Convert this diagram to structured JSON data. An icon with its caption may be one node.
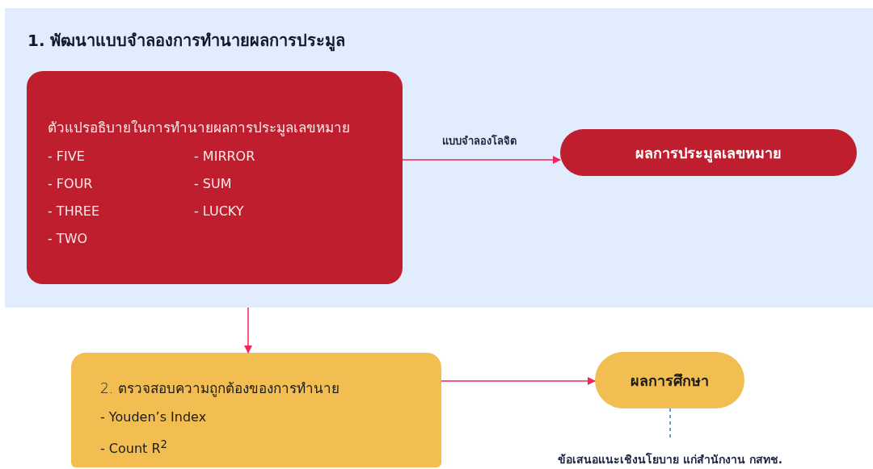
{
  "diagram": {
    "nodes": [
      {
        "text": [
          "1. พัฒนาแบบจำลองการทำนายผลการประมูล"
        ]
      },
      {
        "text": [
          "ตัวแปรอธิบายในการทำนายผลการประมูลเลขหมาย",
          "- FIVE",
          "- FOUR",
          "- THREE",
          "- TWO",
          "- MIRROR",
          "- SUM",
          "- LUCKY"
        ],
        "in": 0
      },
      {
        "text": [
          "ผลการประมูลเลขหมาย"
        ],
        "in": 0
      },
      {
        "text": [
          "2. ตรวจสอบความถูกต้องของการทำนาย",
          "- Youden’s Index",
          "- Count R$^{2}$"
        ]
      },
      {
        "text": [
          "ผลการศึกษา"
        ]
      },
      {
        "text": [
          "ข้อเสนอแนะเชิงนโยบาย แก่สำนักงาน กสทช."
        ]
      }
    ],
    "edges": [
      {
        "from": 1,
        "to": 2,
        "arrow": "to",
        "label": "แบบจำลองโลจิต"
      },
      {
        "from": 0,
        "to": 3,
        "arrow": "to"
      },
      {
        "from": 3,
        "to": 4,
        "arrow": "to"
      },
      {
        "from": 4,
        "to": 5,
        "arrow": "none",
        "style": "dashed",
        "color": "#1b87c9"
      }
    ]
  }
}
